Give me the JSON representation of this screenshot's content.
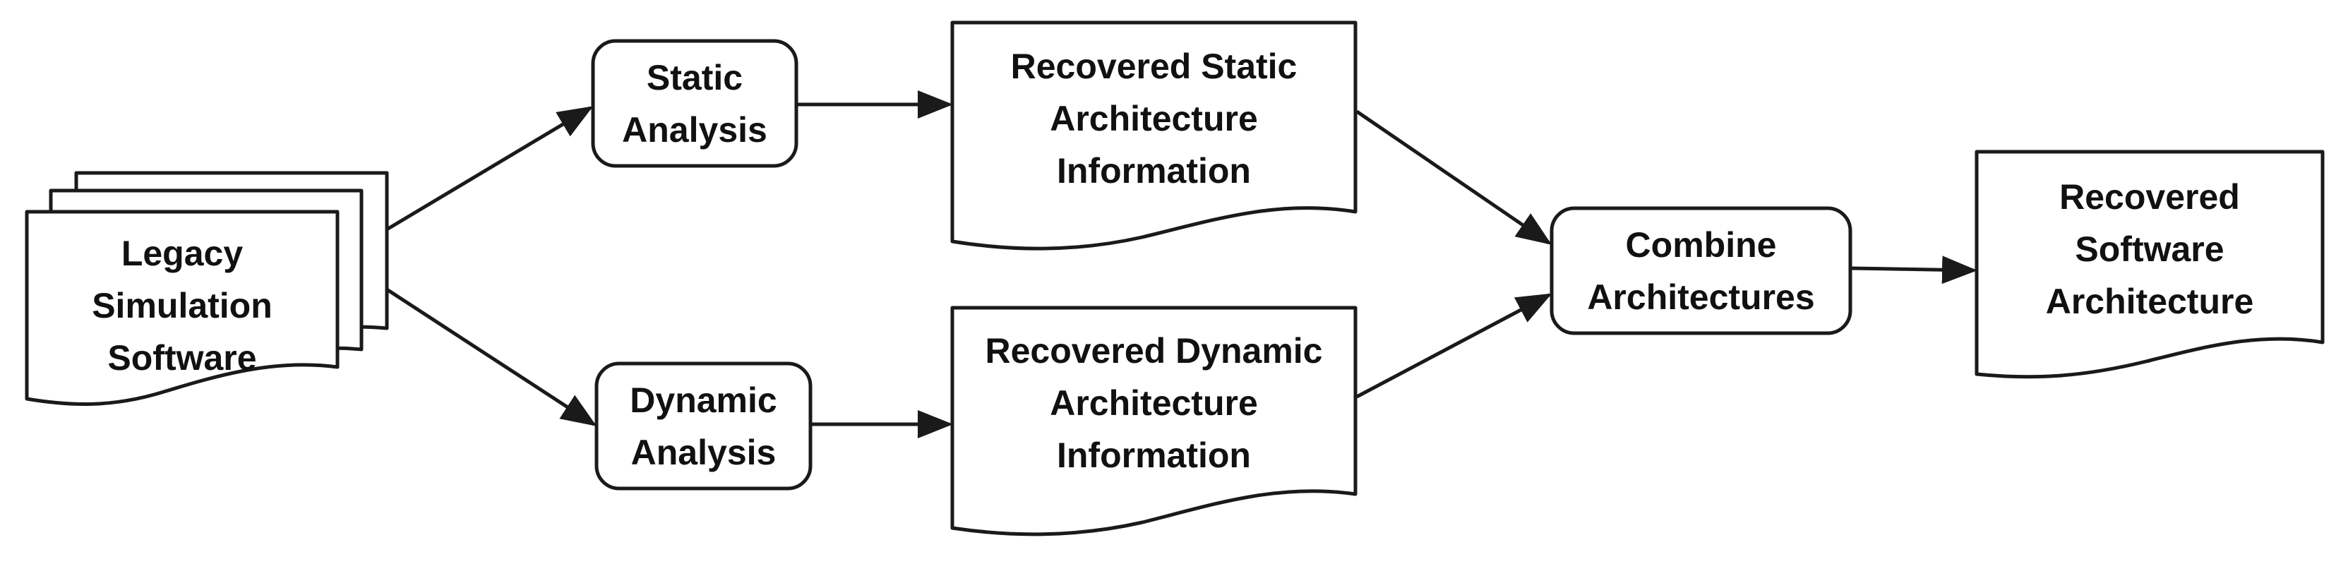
{
  "diagram": {
    "nodes": {
      "legacy": {
        "lines": [
          "Legacy",
          "Simulation",
          "Software"
        ]
      },
      "static_analysis": {
        "lines": [
          "Static",
          "Analysis"
        ]
      },
      "dynamic_analysis": {
        "lines": [
          "Dynamic",
          "Analysis"
        ]
      },
      "static_info": {
        "lines": [
          "Recovered Static",
          "Architecture",
          "Information"
        ]
      },
      "dynamic_info": {
        "lines": [
          "Recovered Dynamic",
          "Architecture",
          "Information"
        ]
      },
      "combine": {
        "lines": [
          "Combine",
          "Architectures"
        ]
      },
      "result": {
        "lines": [
          "Recovered",
          "Software",
          "Architecture"
        ]
      }
    },
    "edges": [
      {
        "from": "legacy",
        "to": "static_analysis"
      },
      {
        "from": "legacy",
        "to": "dynamic_analysis"
      },
      {
        "from": "static_analysis",
        "to": "static_info"
      },
      {
        "from": "dynamic_analysis",
        "to": "dynamic_info"
      },
      {
        "from": "static_info",
        "to": "combine"
      },
      {
        "from": "dynamic_info",
        "to": "combine"
      },
      {
        "from": "combine",
        "to": "result"
      }
    ]
  }
}
